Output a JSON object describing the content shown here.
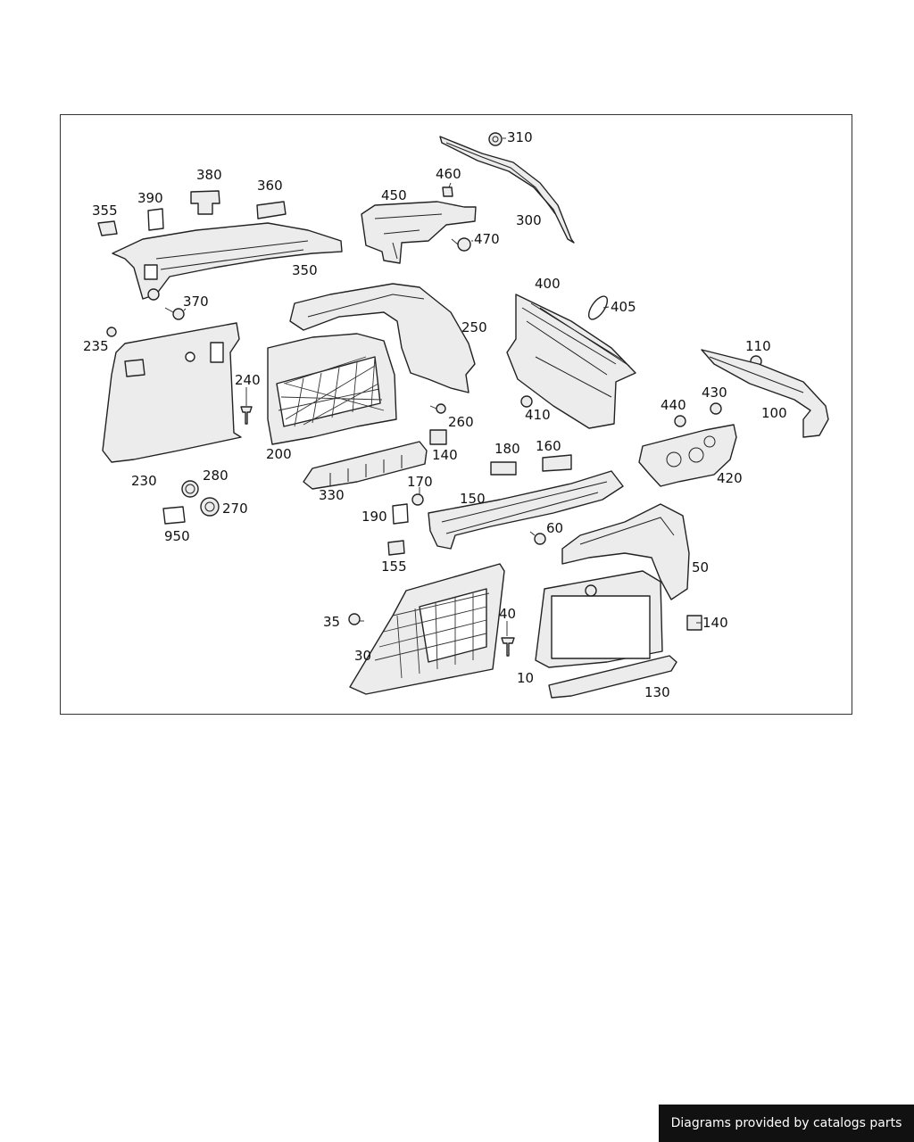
{
  "callouts": {
    "c310": "310",
    "c460": "460",
    "c380": "380",
    "c390": "390",
    "c360": "360",
    "c355": "355",
    "c450": "450",
    "c300": "300",
    "c470": "470",
    "c350": "350",
    "c370": "370",
    "c400": "400",
    "c405": "405",
    "c235": "235",
    "c250": "250",
    "c110": "110",
    "c240": "240",
    "c430": "430",
    "c440": "440",
    "c100": "100",
    "c410": "410",
    "c260": "260",
    "c200": "200",
    "c140a": "140",
    "c180": "180",
    "c160": "160",
    "c230": "230",
    "c280": "280",
    "c420": "420",
    "c170": "170",
    "c330": "330",
    "c150": "150",
    "c270": "270",
    "c190": "190",
    "c950": "950",
    "c60": "60",
    "c155": "155",
    "c50": "50",
    "c40": "40",
    "c35": "35",
    "c140b": "140",
    "c30": "30",
    "c10": "10",
    "c130": "130"
  },
  "credit": {
    "text": "Diagrams provided by catalogs parts"
  }
}
